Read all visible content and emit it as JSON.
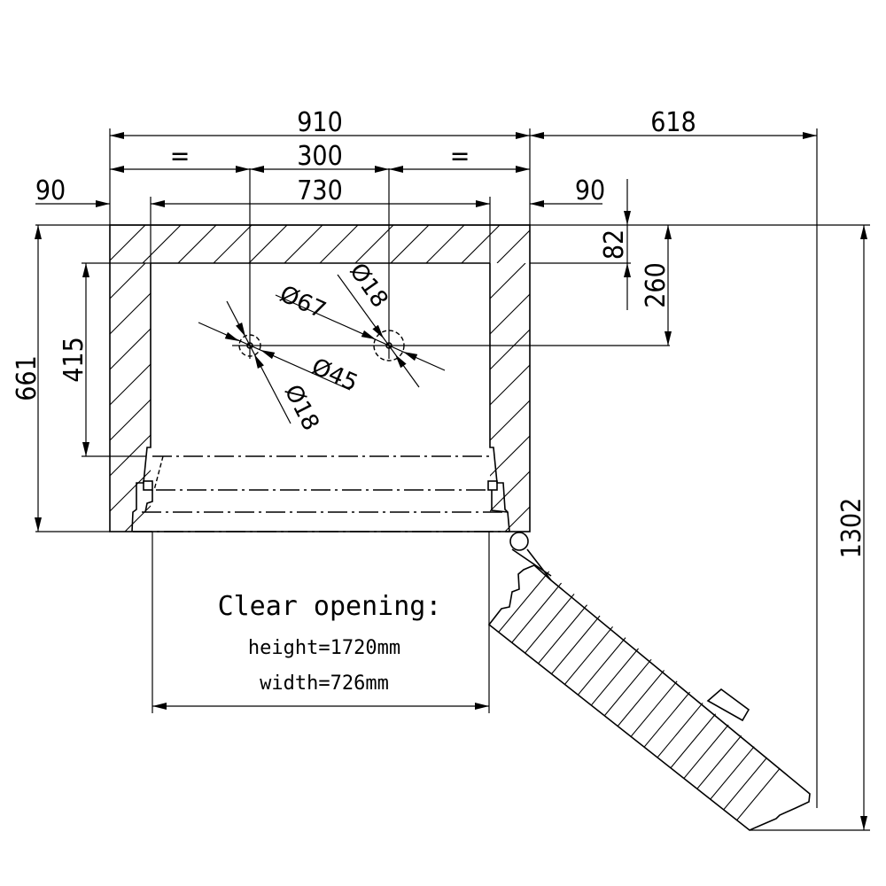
{
  "drawing": {
    "title": "Cabinet with hinged door — plan view",
    "dimensions": {
      "overall_width": "910",
      "hole_spacing": "300",
      "equal_left": "=",
      "equal_right": "=",
      "inner_width": "730",
      "left_wall": "90",
      "right_wall": "90",
      "door_swing_width": "618",
      "top_wall": "82",
      "hole_offset_from_top": "260",
      "inner_depth": "415",
      "overall_depth": "661",
      "total_depth_with_door": "1302"
    },
    "hole_callouts": {
      "outer_diameter_a": "Ø67",
      "pin_diameter_a": "Ø18",
      "outer_diameter_b": "Ø45",
      "pin_diameter_b": "Ø18"
    },
    "note": {
      "title": "Clear opening:",
      "height": "height=1720mm",
      "width": "width=726mm"
    }
  }
}
